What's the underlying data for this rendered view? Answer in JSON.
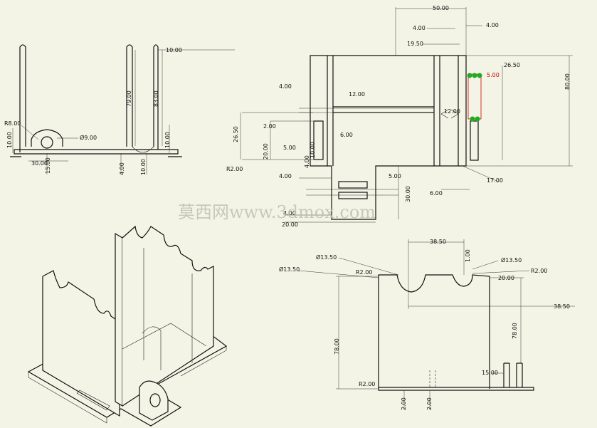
{
  "colors": {
    "background": "#f4f4e6",
    "line": "#111111",
    "highlight_red": "#cc0000",
    "marker_green": "#22aa22",
    "watermark": "#bcbcb0"
  },
  "watermark": "莫西网www.3dmox.com",
  "front_view": {
    "top_label": "10.00",
    "labels": [
      "R8.00",
      "Ø9.00",
      "10.00",
      "30.00",
      "15.00",
      "4.00",
      "79.00",
      "83.00",
      "10.00",
      "10.00"
    ]
  },
  "top_view": {
    "labels": [
      "50.00",
      "4.00",
      "4.00",
      "19.50",
      "26.50",
      "5.00",
      "80.00",
      "4.00",
      "12.00",
      "12.00",
      "2.00",
      "26.50",
      "6.00",
      "5.00",
      "20.00",
      "10.00",
      "R2.00",
      "4.00",
      "4.00",
      "5.00",
      "30.00",
      "17.00",
      "6.00",
      "4.00",
      "20.00"
    ]
  },
  "side_view": {
    "labels": [
      "38.50",
      "Ø13.50",
      "1.00",
      "Ø13.50",
      "Ø13.50",
      "R2.00",
      "R2.00",
      "20.00",
      "38.50",
      "78.00",
      "78.00",
      "15.00",
      "R2.00",
      "2.00",
      "2.00"
    ]
  }
}
